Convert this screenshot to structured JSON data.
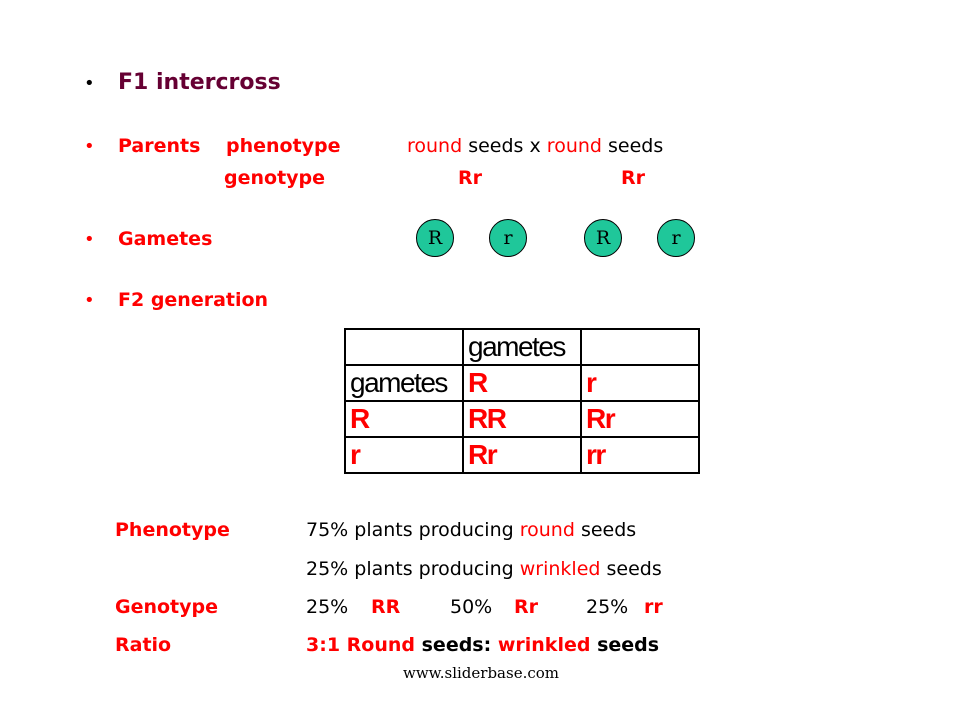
{
  "title": "F1 intercross",
  "parents": {
    "label": "Parents",
    "phenotype_label": "phenotype",
    "phenotype_parts": [
      "round",
      "seeds x",
      "round",
      "seeds"
    ],
    "genotype_label": "genotype",
    "genotype_values": [
      "Rr",
      "Rr"
    ]
  },
  "gametes": {
    "label": "Gametes",
    "circles": [
      "R",
      "r",
      "R",
      "r"
    ]
  },
  "f2": {
    "label": "F2 generation",
    "table": {
      "rows": [
        [
          "",
          "gametes",
          ""
        ],
        [
          "gametes",
          "R",
          "r"
        ],
        [
          "R",
          "RR",
          "Rr"
        ],
        [
          "r",
          "Rr",
          "rr"
        ]
      ]
    }
  },
  "summary": {
    "phenotype_label": "Phenotype",
    "phenotype_line1": [
      "75%  plants producing",
      "round",
      "seeds"
    ],
    "phenotype_line2": [
      "25% plants producing",
      "wrinkled",
      "seeds"
    ],
    "genotype_label": "Genotype",
    "genotype_parts": [
      "25%",
      "RR",
      "50%",
      "Rr",
      "25%",
      "rr"
    ],
    "ratio_label": "Ratio",
    "ratio_parts": [
      "3:1 Round",
      "seeds:",
      "wrinkled",
      "seeds"
    ]
  },
  "footer": "www.sliderbase.com",
  "colors": {
    "accent_red": "#ff0000",
    "title_maroon": "#660033",
    "gamete_fill": "#1fc79a"
  }
}
